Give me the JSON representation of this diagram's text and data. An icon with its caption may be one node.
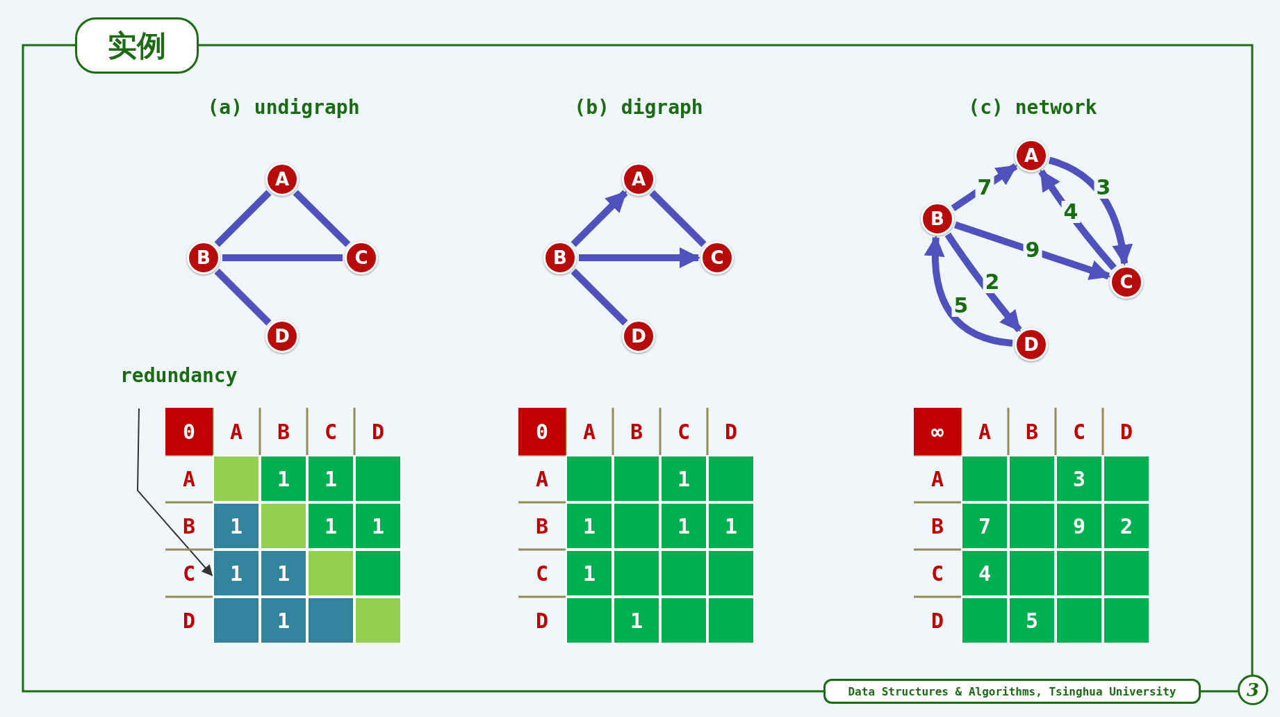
{
  "diagram": {
    "title": "实例",
    "nodes": [
      {
        "text": [
          "A"
        ]
      },
      {
        "text": [
          "B"
        ]
      },
      {
        "text": [
          "C"
        ]
      },
      {
        "text": [
          "D"
        ]
      },
      {
        "text": [
          "A"
        ]
      },
      {
        "text": [
          "B"
        ]
      },
      {
        "text": [
          "C"
        ]
      },
      {
        "text": [
          "D"
        ]
      },
      {
        "text": [
          "A"
        ]
      },
      {
        "text": [
          "B"
        ]
      },
      {
        "text": [
          "C"
        ]
      },
      {
        "text": [
          "D"
        ]
      },
      {
        "text": [
          "redundancy"
        ]
      },
      {
        "text": [
          "Data Structures & Algorithms, Tsinghua University"
        ]
      },
      {
        "text": [
          "3"
        ]
      },
      {
        "text": [],
        "shape": "box"
      }
    ],
    "edges": [
      {
        "from": 0,
        "to": 1,
        "arrow": "none"
      },
      {
        "from": 0,
        "to": 2,
        "arrow": "none"
      },
      {
        "from": 1,
        "to": 2,
        "arrow": "none"
      },
      {
        "from": 1,
        "to": 3,
        "arrow": "none"
      },
      {
        "from": 5,
        "to": 4,
        "arrow": "to"
      },
      {
        "from": 4,
        "to": 6,
        "arrow": "none"
      },
      {
        "from": 5,
        "to": 6,
        "arrow": "to"
      },
      {
        "from": 5,
        "to": 7,
        "arrow": "none"
      },
      {
        "from": 9,
        "to": 8,
        "arrow": "to",
        "label": "7"
      },
      {
        "from": 8,
        "to": 10,
        "arrow": "to",
        "label": "3"
      },
      {
        "from": 10,
        "to": 8,
        "arrow": "to",
        "label": "4"
      },
      {
        "from": 9,
        "to": 10,
        "arrow": "to",
        "label": "9"
      },
      {
        "from": 9,
        "to": 11,
        "arrow": "to",
        "label": "2"
      },
      {
        "from": 11,
        "to": 9,
        "arrow": "to",
        "label": "5"
      },
      {
        "from": 12,
        "to": 15,
        "arrow": "to",
        "color": "#333333"
      }
    ],
    "labels": [
      "(a) undigraph",
      "(b) digraph",
      "(c) network",
      "0",
      "A",
      "B",
      "C",
      "D",
      "A",
      "1",
      "1",
      "B",
      "1",
      "1",
      "1",
      "C",
      "1",
      "1",
      "D",
      "1",
      "0",
      "A",
      "B",
      "C",
      "D",
      "A",
      "1",
      "B",
      "1",
      "1",
      "1",
      "C",
      "1",
      "D",
      "1",
      "∞",
      "A",
      "B",
      "C",
      "D",
      "A",
      "3",
      "B",
      "7",
      "9",
      "2",
      "C",
      "4",
      "D",
      "5"
    ]
  }
}
